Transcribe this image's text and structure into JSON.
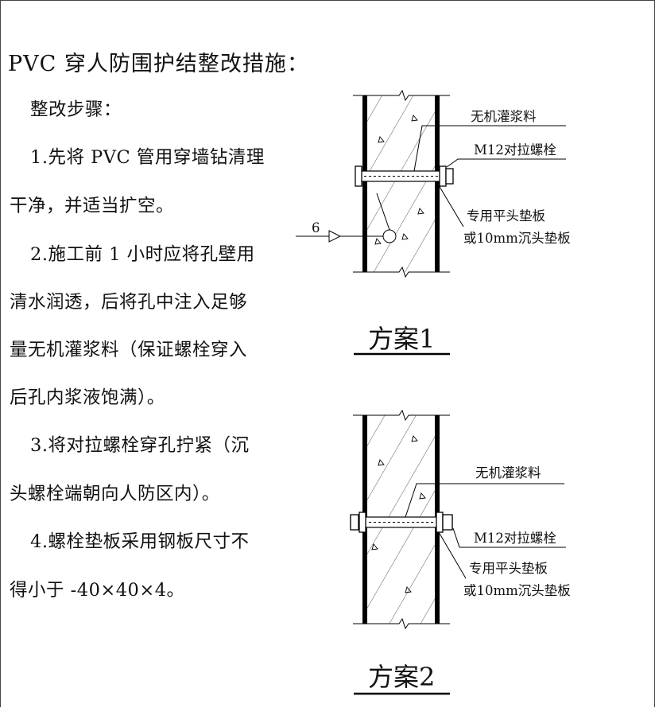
{
  "title": "PVC 穿人防围护结整改措施：",
  "lines": [
    "整改步骤：",
    "1.先将 PVC 管用穿墙钻清理",
    "干净，并适当扩空。",
    "2.施工前 1 小时应将孔壁用",
    "清水润透，后将孔中注入足够",
    "量无机灌浆料（保证螺栓穿入",
    "后孔内浆液饱满）。",
    "3.将对拉螺栓穿孔拧紧（沉",
    "头螺栓端朝向人防区内）。",
    "4.螺栓垫板采用钢板尺寸不",
    "得小于 -40×40×4。"
  ],
  "diagram1": {
    "label_grout": "无机灌浆料",
    "label_bolt": "M12对拉螺栓",
    "label_washer": "专用平头垫板",
    "label_washer2": "或10mm沉头垫板",
    "dimension": "6",
    "caption": "方案1"
  },
  "diagram2": {
    "label_grout": "无机灌浆料",
    "label_bolt": "M12对拉螺栓",
    "label_washer": "专用平头垫板",
    "label_washer2": "或10mm沉头垫板",
    "caption": "方案2"
  }
}
